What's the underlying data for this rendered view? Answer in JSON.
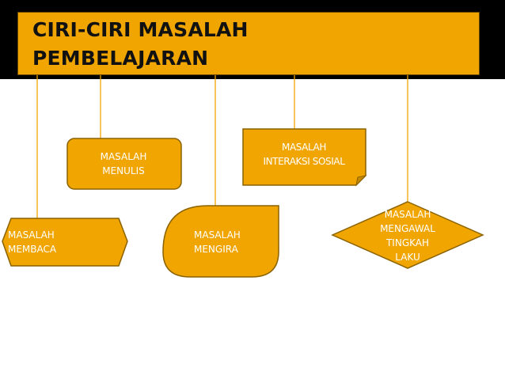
{
  "title": {
    "line1": "CIRI-CIRI MASALAH",
    "line2": "PEMBELAJARAN"
  },
  "colors": {
    "fill": "#f0a500",
    "stroke": "#8a6200",
    "connector": "#f0a500",
    "title_text": "#111111",
    "label_text": "#ffffff"
  },
  "nodes": {
    "membaca": {
      "line1": "MASALAH",
      "line2": "MEMBACA",
      "shape": "hexagon"
    },
    "menulis": {
      "line1": "MASALAH",
      "line2": "MENULIS",
      "shape": "rounded-rectangle"
    },
    "mengira": {
      "line1": "MASALAH",
      "line2": "MENGIRA",
      "shape": "leaf"
    },
    "interaksi_sosial": {
      "line1": "MASALAH",
      "line2": "INTERAKSI SOSIAL",
      "shape": "folded-corner-rectangle"
    },
    "mengawal_tingkah_laku": {
      "line1": "MASALAH",
      "line2": "MENGAWAL",
      "line3": "TINGKAH",
      "line4": "LAKU",
      "shape": "diamond"
    }
  }
}
